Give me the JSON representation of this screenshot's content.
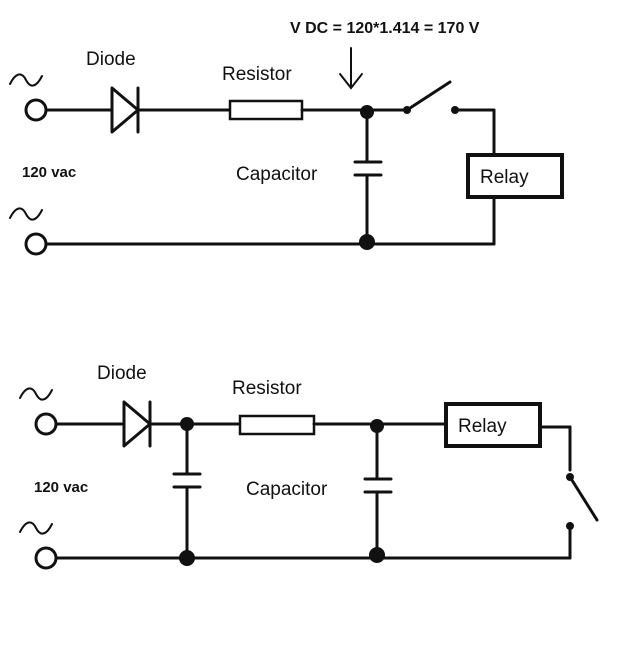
{
  "circuit1": {
    "formula": "V DC = 120*1.414 =  170 V",
    "diode": "Diode",
    "resistor": "Resistor",
    "capacitor": "Capacitor",
    "relay": "Relay",
    "source": "120 vac"
  },
  "circuit2": {
    "diode": "Diode",
    "resistor": "Resistor",
    "capacitor": "Capacitor",
    "relay": "Relay",
    "source": "120 vac"
  }
}
